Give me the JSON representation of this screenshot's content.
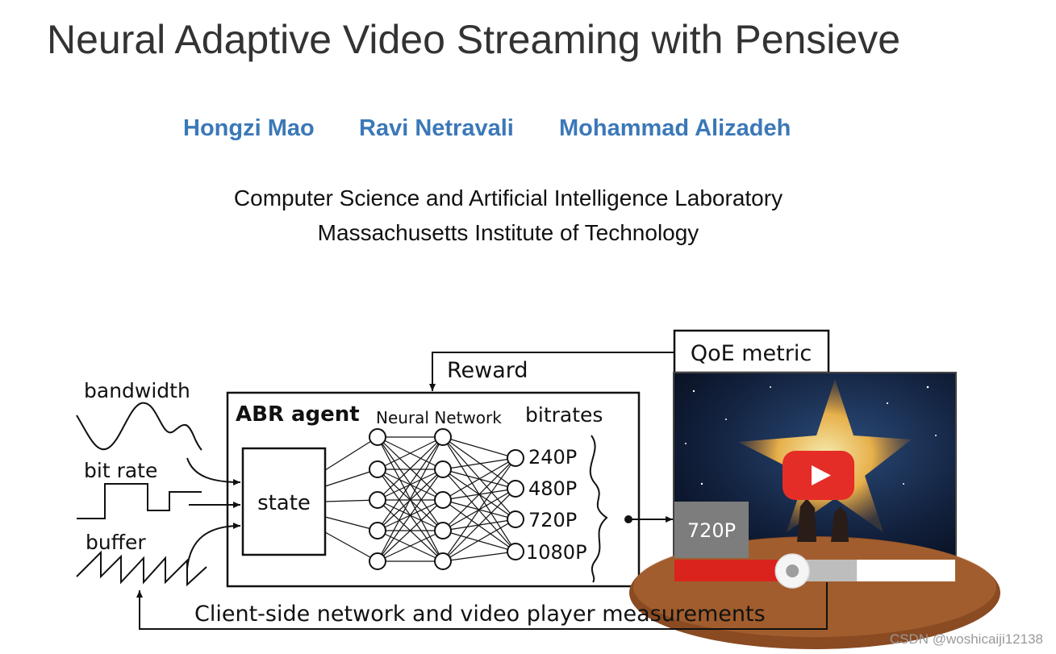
{
  "header": {
    "title": "Neural Adaptive Video Streaming with Pensieve",
    "authors": [
      "Hongzi Mao",
      "Ravi Netravali",
      "Mohammad Alizadeh"
    ],
    "affiliation_line1": "Computer Science and Artificial Intelligence Laboratory",
    "affiliation_line2": "Massachusetts Institute of Technology"
  },
  "diagram": {
    "inputs": {
      "bandwidth": "bandwidth",
      "bitrate": "bit rate",
      "buffer": "buffer"
    },
    "agent_label": "ABR agent",
    "state_label": "state",
    "nn_label": "Neural Network",
    "bitrates_label": "bitrates",
    "bitrates": [
      "240P",
      "480P",
      "720P",
      "1080P"
    ],
    "reward_label": "Reward",
    "qoe_label": "QoE metric",
    "player": {
      "quality_badge": "720P",
      "progress": 0.42,
      "buffered": 0.65,
      "colors": {
        "played": "#d9231c",
        "buffered": "#bdbdbd",
        "play_button": "#e52d27"
      }
    },
    "feedback_label": "Client-side network and video player measurements"
  },
  "watermark": "CSDN @woshicaiji12138"
}
